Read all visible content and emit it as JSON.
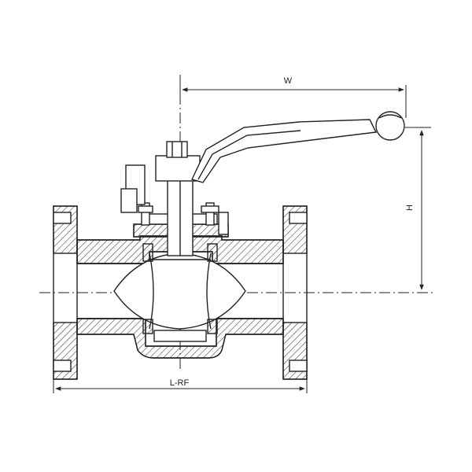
{
  "dimensions": {
    "width_label": "W",
    "height_label": "H",
    "length_label": "L-RF"
  }
}
